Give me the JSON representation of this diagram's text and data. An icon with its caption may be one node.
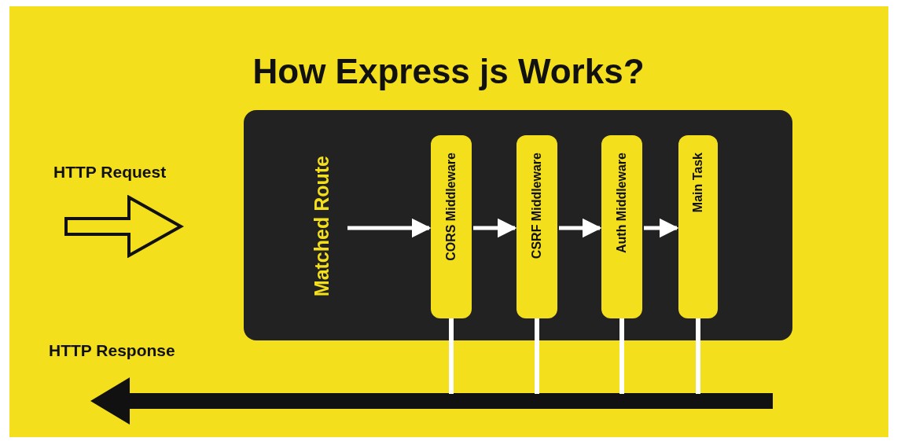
{
  "diagram": {
    "title": "How Express js Works?",
    "nodes": [
      {
        "text": [],
        "shape": "arrow",
        "beside": [
          "HTTP Request"
        ]
      },
      {
        "text": [],
        "shape": "box"
      },
      {
        "text": [
          "Matched Route"
        ],
        "in": 1
      },
      {
        "text": [
          "CORS Middleware"
        ],
        "in": 1
      },
      {
        "text": [
          "CSRF Middleware"
        ],
        "in": 1
      },
      {
        "text": [
          "Auth Middleware"
        ],
        "in": 1
      },
      {
        "text": [
          "Main Task"
        ],
        "in": 1
      },
      {
        "text": [],
        "shape": "arrow",
        "beside": [
          "HTTP Response"
        ]
      }
    ],
    "edges": [
      {
        "from": 2,
        "to": 3,
        "arrow": "to"
      },
      {
        "from": 3,
        "to": 4,
        "arrow": "to"
      },
      {
        "from": 4,
        "to": 5,
        "arrow": "to"
      },
      {
        "from": 5,
        "to": 6,
        "arrow": "to"
      },
      {
        "from": 3,
        "to": 7,
        "arrow": "none"
      },
      {
        "from": 4,
        "to": 7,
        "arrow": "none"
      },
      {
        "from": 5,
        "to": 7,
        "arrow": "none"
      },
      {
        "from": 6,
        "to": 7,
        "arrow": "none"
      }
    ]
  }
}
